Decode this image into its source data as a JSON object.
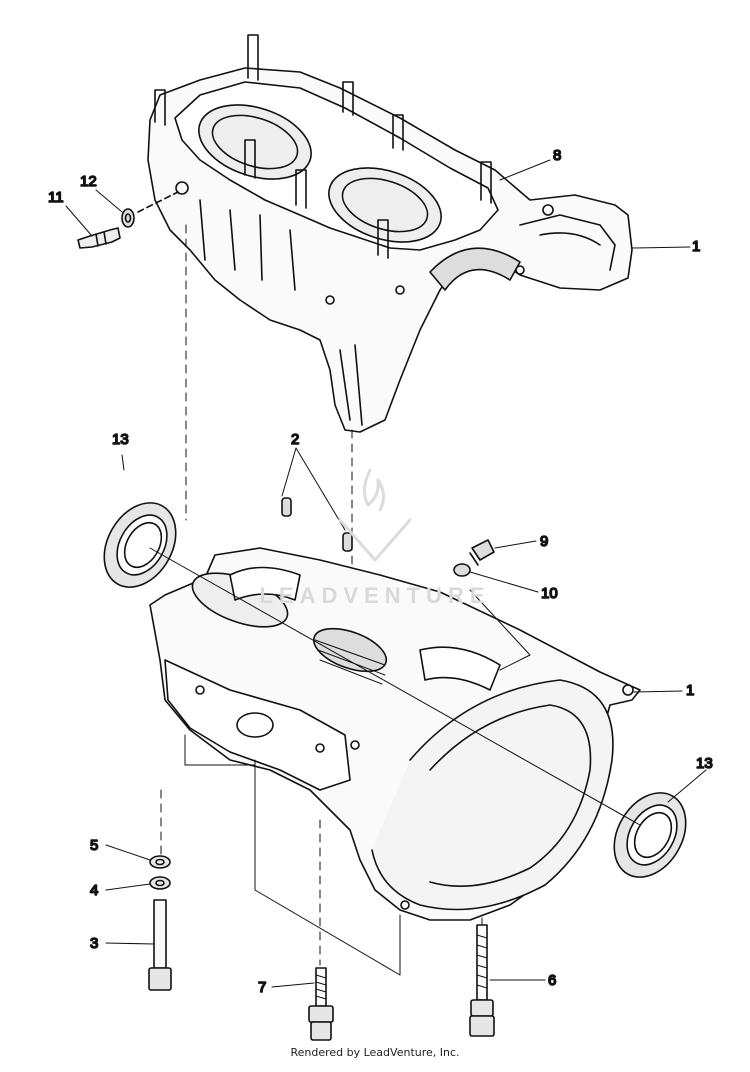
{
  "diagram": {
    "callouts": [
      {
        "id": "c11",
        "label": "11"
      },
      {
        "id": "c12",
        "label": "12"
      },
      {
        "id": "c8",
        "label": "8"
      },
      {
        "id": "c1a",
        "label": "1"
      },
      {
        "id": "c13a",
        "label": "13"
      },
      {
        "id": "c2",
        "label": "2"
      },
      {
        "id": "c9",
        "label": "9"
      },
      {
        "id": "c10",
        "label": "10"
      },
      {
        "id": "c1b",
        "label": "1"
      },
      {
        "id": "c13b",
        "label": "13"
      },
      {
        "id": "c5",
        "label": "5"
      },
      {
        "id": "c4",
        "label": "4"
      },
      {
        "id": "c3",
        "label": "3"
      },
      {
        "id": "c7",
        "label": "7"
      },
      {
        "id": "c6",
        "label": "6"
      }
    ]
  },
  "watermark": "LEADVENTURE",
  "footer": "Rendered by LeadVenture, Inc."
}
